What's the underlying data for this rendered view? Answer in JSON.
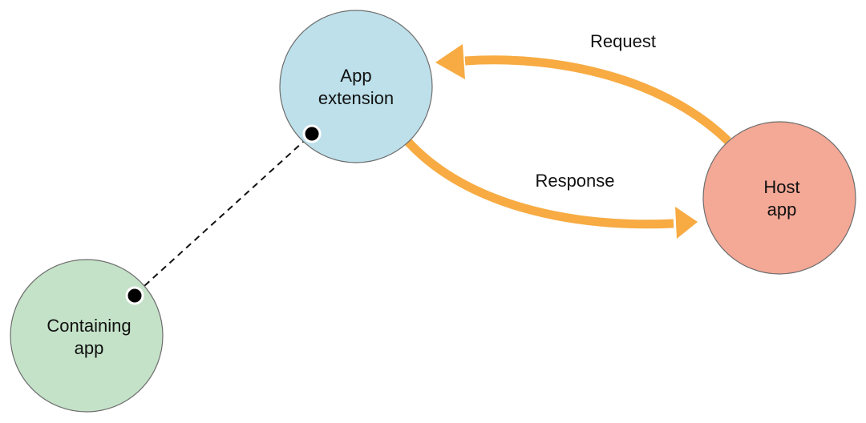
{
  "nodes": {
    "app_extension": {
      "line1": "App",
      "line2": "extension",
      "fill": "#bde0ea"
    },
    "host_app": {
      "line1": "Host",
      "line2": "app",
      "fill": "#f4a896"
    },
    "containing_app": {
      "line1": "Containing",
      "line2": "app",
      "fill": "#c4e2c8"
    }
  },
  "arrows": {
    "request": {
      "label": "Request"
    },
    "response": {
      "label": "Response"
    },
    "color": "#f7ab42"
  }
}
